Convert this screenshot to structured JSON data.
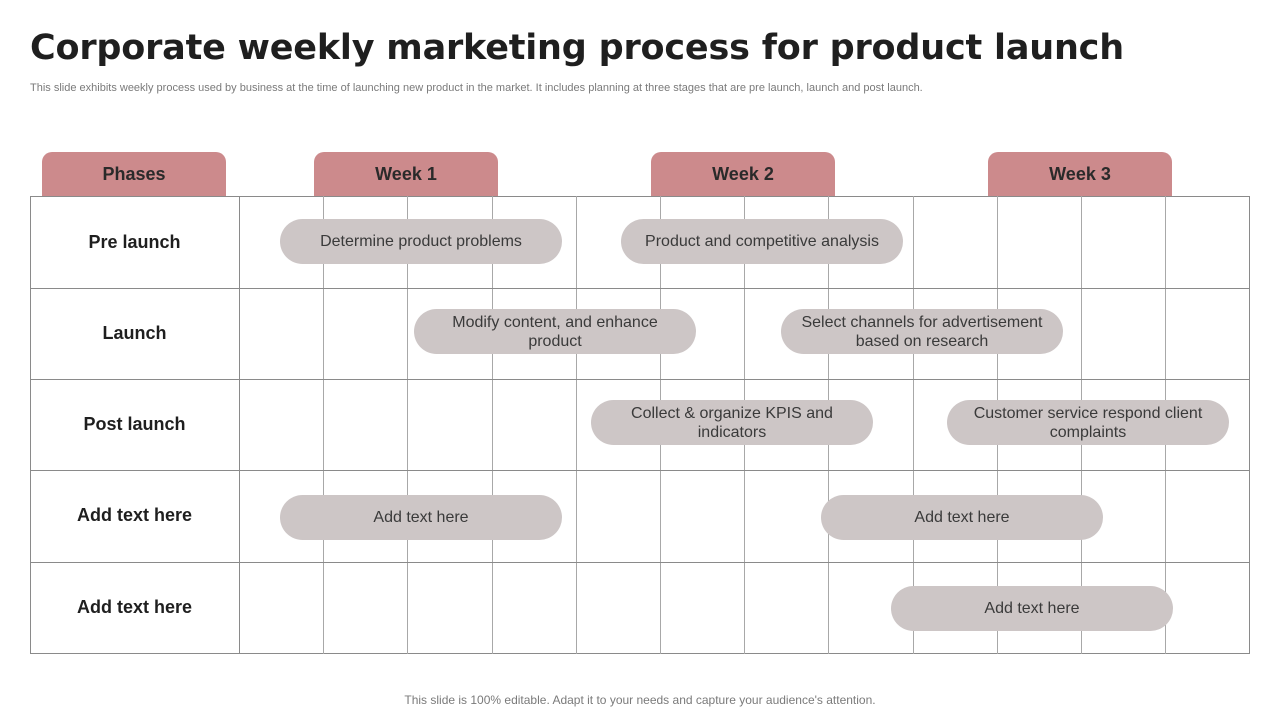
{
  "title": "Corporate weekly marketing process for product launch",
  "subtitle": "This slide exhibits weekly process used by business at the time of launching new product in the market. It includes planning at three stages that are pre launch, launch  and post launch.",
  "headers": {
    "phases": "Phases",
    "week1": "Week 1",
    "week2": "Week 2",
    "week3": "Week 3"
  },
  "phases": [
    "Pre launch",
    "Launch",
    "Post launch",
    "Add text here",
    "Add text here"
  ],
  "tasks": {
    "pre_launch_1": "Determine product problems",
    "pre_launch_2": "Product and competitive analysis",
    "launch_1": "Modify content,  and enhance product",
    "launch_2": "Select channels for advertisement based on research",
    "post_launch_1": "Collect & organize KPIS and indicators",
    "post_launch_2": "Customer service respond client complaints",
    "extra1_1": "Add text here",
    "extra1_2": "Add text here",
    "extra2_1": "Add text here"
  },
  "footer": "This slide is 100% editable. Adapt it to your needs and capture your audience's attention.",
  "colors": {
    "header_tab": "#cc8a8c",
    "task_pill": "#cdc6c6",
    "grid_line": "#8a8a8a"
  }
}
